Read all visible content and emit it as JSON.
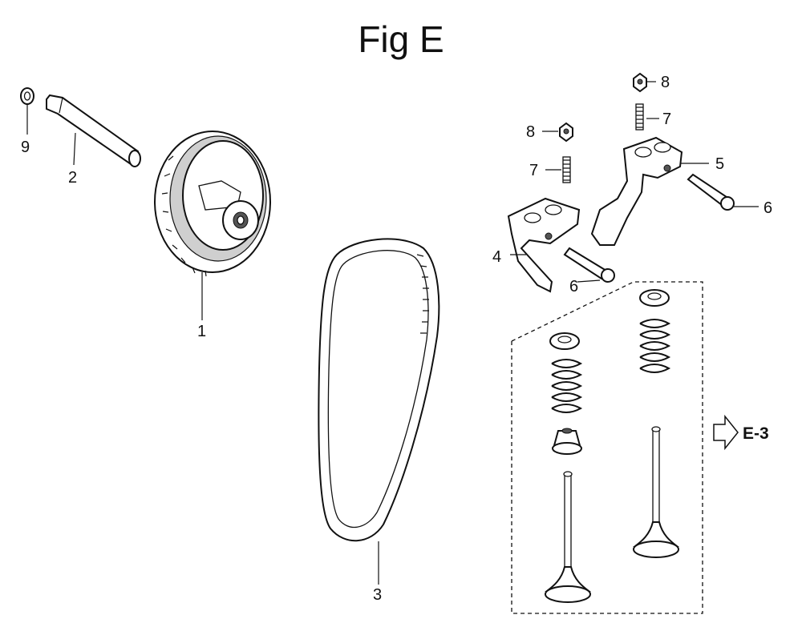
{
  "title": "Fig E",
  "callouts": {
    "c1": "1",
    "c2": "2",
    "c3": "3",
    "c4": "4",
    "c5": "5",
    "c6a": "6",
    "c6b": "6",
    "c7a": "7",
    "c7b": "7",
    "c8a": "8",
    "c8b": "8",
    "c9": "9"
  },
  "reference": {
    "label": "E-3",
    "icon": "arrow-right-icon"
  }
}
